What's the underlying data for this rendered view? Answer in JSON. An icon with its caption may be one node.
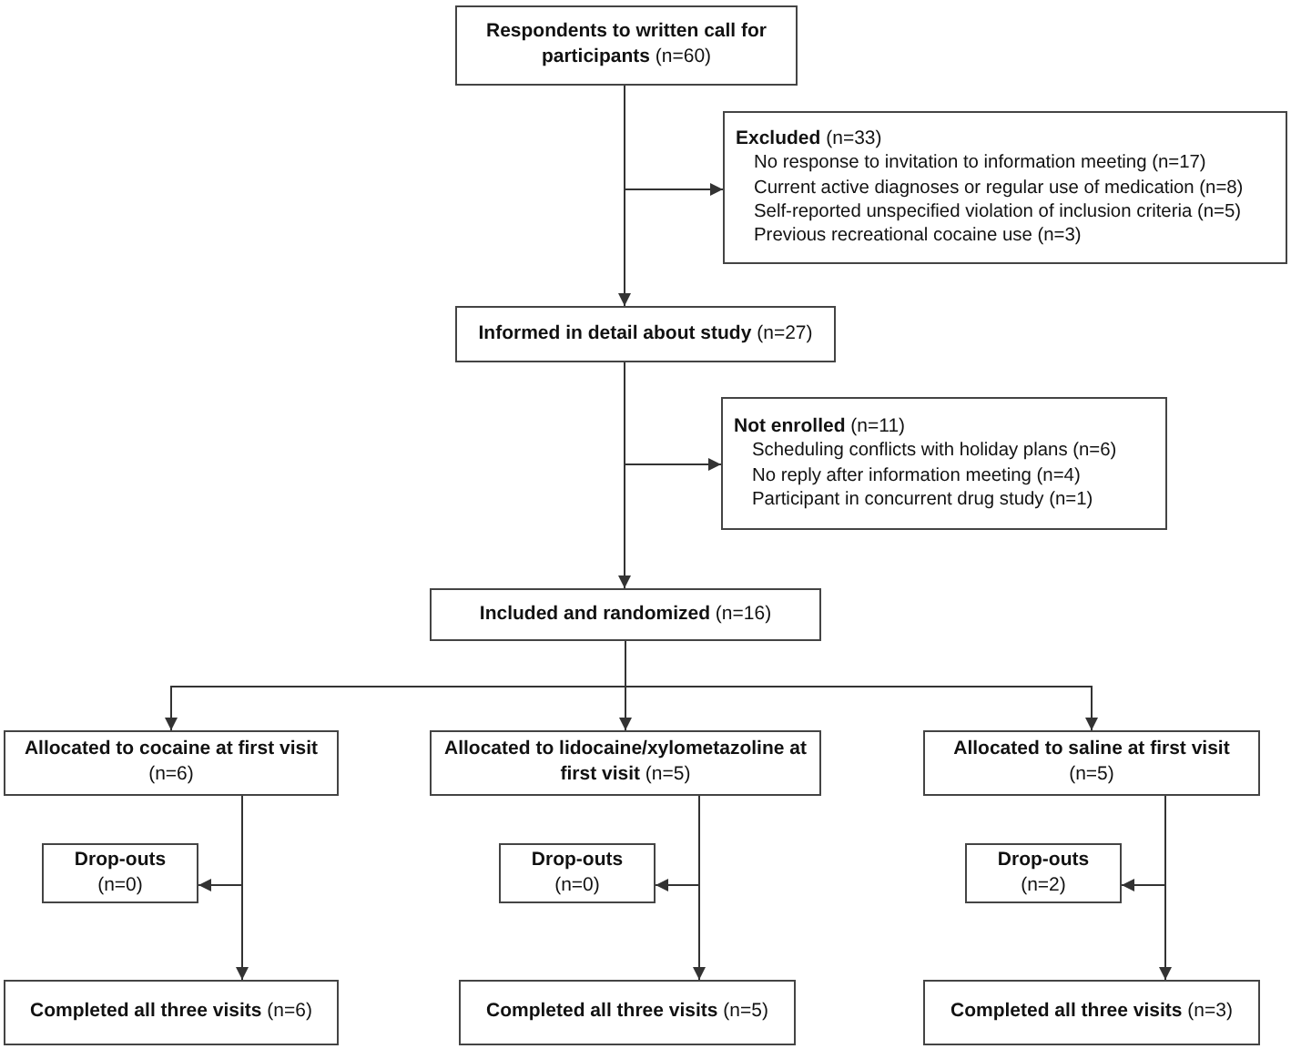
{
  "diagram": {
    "nodes": [
      {
        "text": [
          "**Respondents to written call for participants** (n=60)"
        ]
      },
      {
        "text": [
          "**Excluded** (n=33)",
          "No response to invitation to information meeting (n=17)",
          "Current active diagnoses or regular use of medication (n=8)",
          "Self-reported unspecified violation of inclusion criteria (n=5)",
          "Previous recreational cocaine use (n=3)"
        ]
      },
      {
        "text": [
          "**Informed in detail about study** (n=27)"
        ]
      },
      {
        "text": [
          "**Not enrolled** (n=11)",
          "Scheduling conflicts with holiday plans (n=6)",
          "No reply after information meeting (n=4)",
          "Participant in concurrent drug study (n=1)"
        ]
      },
      {
        "text": [
          "**Included and randomized** (n=16)"
        ]
      },
      {
        "text": [
          "**Allocated to cocaine at first visit** (n=6)"
        ]
      },
      {
        "text": [
          "**Allocated to lidocaine/xylometazoline at first visit** (n=5)"
        ]
      },
      {
        "text": [
          "**Allocated to saline at first visit** (n=5)"
        ]
      },
      {
        "text": [
          "**Drop-outs** (n=0)"
        ]
      },
      {
        "text": [
          "**Drop-outs** (n=0)"
        ]
      },
      {
        "text": [
          "**Drop-outs** (n=2)"
        ]
      },
      {
        "text": [
          "**Completed all three visits** (n=6)"
        ]
      },
      {
        "text": [
          "**Completed all three visits** (n=5)"
        ]
      },
      {
        "text": [
          "**Completed all three visits** (n=3)"
        ]
      }
    ],
    "edges": [
      {
        "from": 0,
        "to": 2,
        "arrow": "to"
      },
      {
        "from": 0,
        "to": 1,
        "arrow": "to"
      },
      {
        "from": 2,
        "to": 4,
        "arrow": "to"
      },
      {
        "from": 2,
        "to": 3,
        "arrow": "to"
      },
      {
        "from": 4,
        "to": 5,
        "arrow": "to"
      },
      {
        "from": 4,
        "to": 6,
        "arrow": "to"
      },
      {
        "from": 4,
        "to": 7,
        "arrow": "to"
      },
      {
        "from": 5,
        "to": 11,
        "arrow": "to"
      },
      {
        "from": 5,
        "to": 8,
        "arrow": "to"
      },
      {
        "from": 6,
        "to": 12,
        "arrow": "to"
      },
      {
        "from": 6,
        "to": 9,
        "arrow": "to"
      },
      {
        "from": 7,
        "to": 13,
        "arrow": "to"
      },
      {
        "from": 7,
        "to": 10,
        "arrow": "to"
      }
    ]
  }
}
